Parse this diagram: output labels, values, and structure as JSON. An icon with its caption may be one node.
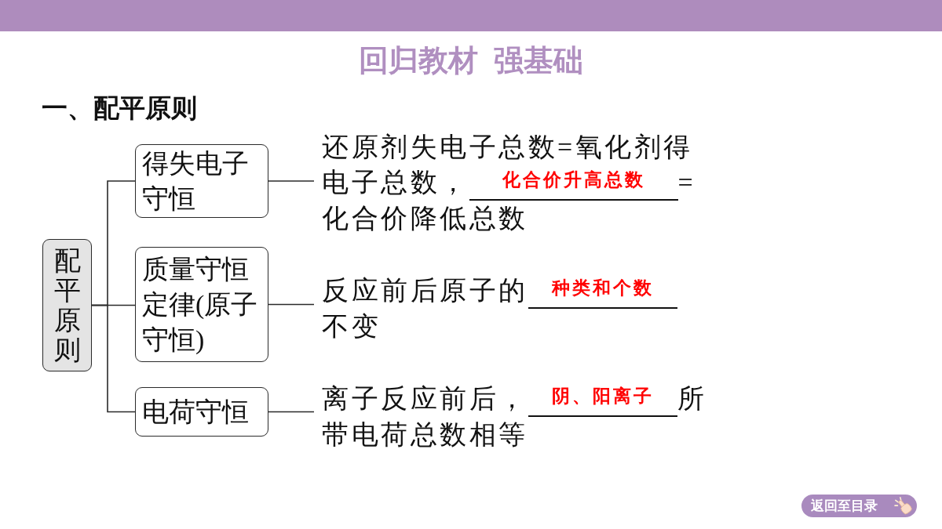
{
  "diagram": {
    "title": "回归教材 强基础",
    "nodes": [
      {
        "text": [
          "配平原则"
        ]
      },
      {
        "text": [
          "得失电子守恒"
        ]
      },
      {
        "text": [
          "质量守恒定律(原子守恒)"
        ]
      },
      {
        "text": [
          "电荷守恒"
        ]
      },
      {
        "text": [
          "还原剂失电子总数=氧化剂得电子总数，",
          "化合价升高总数",
          "=化合价降低总数"
        ]
      },
      {
        "text": [
          "反应前后原子的",
          "种类和个数",
          "不变"
        ]
      },
      {
        "text": [
          "离子反应前后，",
          "阴、阳离子",
          "所带电荷总数相等"
        ]
      }
    ],
    "edges": [
      {
        "from": 0,
        "to": 1,
        "arrow": "none"
      },
      {
        "from": 0,
        "to": 2,
        "arrow": "none"
      },
      {
        "from": 0,
        "to": 3,
        "arrow": "none"
      },
      {
        "from": 1,
        "to": 4,
        "arrow": "none"
      },
      {
        "from": 2,
        "to": 5,
        "arrow": "none"
      },
      {
        "from": 3,
        "to": 6,
        "arrow": "none"
      }
    ],
    "labels": [
      "一、配平原则",
      "返回至目录"
    ]
  }
}
